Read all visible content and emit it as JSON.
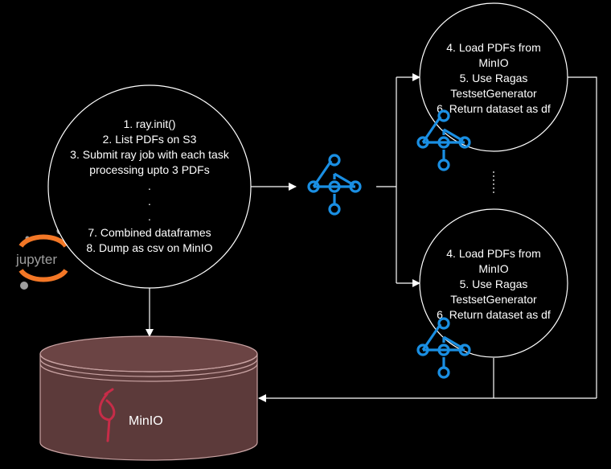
{
  "driver": {
    "steps": [
      "1. ray.init()",
      "2. List PDFs on S3",
      "3. Submit ray job with each task",
      "processing upto 3 PDFs",
      ".",
      ".",
      ".",
      "7. Combined dataframes",
      "8. Dump as csv on MinIO"
    ]
  },
  "worker_top": {
    "steps": [
      "4. Load PDFs from",
      "MinIO",
      "5. Use Ragas",
      "TestsetGenerator",
      "6. Return dataset as df"
    ]
  },
  "worker_bottom": {
    "steps": [
      "4. Load PDFs from",
      "MinIO",
      "5. Use Ragas",
      "TestsetGenerator",
      "6. Return dataset as df"
    ]
  },
  "jupyter": {
    "label": "jupyter"
  },
  "storage": {
    "label": "MinIO"
  },
  "colors": {
    "background": "#000000",
    "line": "#ffffff",
    "ray_blue": "#1a8fe3",
    "db_fill": "#5c3a3a",
    "db_stroke": "#c9a3a3",
    "minio_red": "#c72c48",
    "jupyter_orange": "#f37726",
    "jupyter_gray": "#9e9e9e"
  }
}
